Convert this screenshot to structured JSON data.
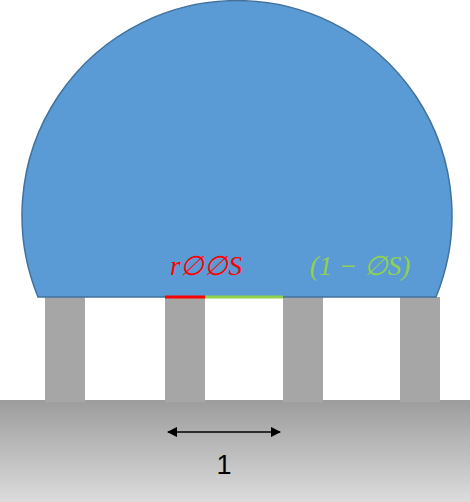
{
  "diagram": {
    "labels": [
      "r∅∅S",
      "(1 − ∅S)",
      "1"
    ]
  }
}
